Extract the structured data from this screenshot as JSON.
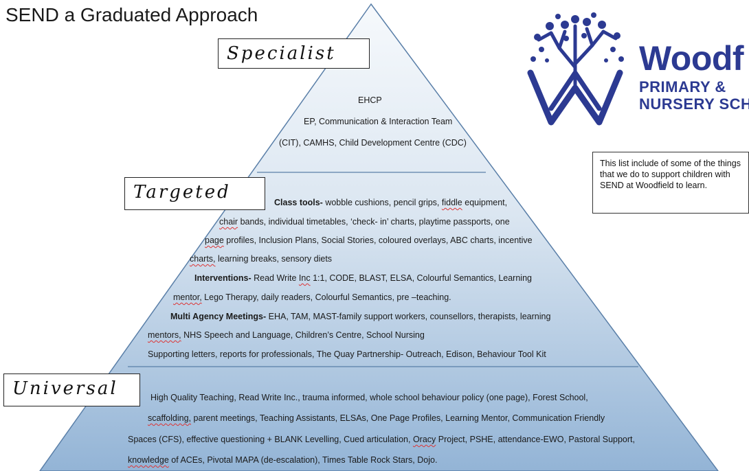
{
  "title": "SEND a Graduated Approach",
  "tiers": {
    "specialist": {
      "label": "Specialist",
      "lines": [
        "EHCP",
        "EP, Communication & Interaction Team",
        "(CIT), CAMHS, Child Development Centre (CDC)"
      ]
    },
    "targeted": {
      "label": "Targeted",
      "class_tools_heading": "Class tools-",
      "class_tools_lines": [
        " wobble cushions, pencil grips, ",
        "fiddle",
        " equipment,",
        "chair",
        " bands, individual timetables, ‘check- in’ charts, playtime passports, one",
        "page",
        " profiles, Inclusion Plans, Social Stories, coloured overlays, ABC charts, incentive",
        "charts,",
        " learning breaks, sensory diets"
      ],
      "interventions_heading": "Interventions-",
      "interventions_lines": [
        " Read Write ",
        "Inc",
        " 1:1, CODE, BLAST, ELSA, Colourful Semantics, Learning",
        "mentor,",
        " Lego Therapy, daily readers, Colourful Semantics, pre –teaching."
      ],
      "multi_agency_heading": "Multi Agency Meetings-",
      "multi_agency_lines": [
        " EHA, TAM, MAST-family support workers, counsellors, therapists, learning",
        "mentors,",
        " NHS Speech and Language, Children’s Centre, School Nursing",
        "Supporting letters, reports for professionals, The Quay Partnership- Outreach, Edison, Behaviour Tool Kit"
      ]
    },
    "universal": {
      "label": "Universal",
      "lines": [
        "High Quality Teaching, Read Write Inc., trauma informed, whole school behaviour policy (one page), Forest School,",
        "scaffolding,",
        " parent meetings, Teaching Assistants, ELSAs, One Page Profiles, Learning Mentor, Communication Friendly",
        "Spaces (CFS), effective questioning + BLANK Levelling, Cued articulation, ",
        "Oracy",
        " Project, PSHE, attendance-EWO, Pastoral Support,",
        "knowledge",
        " of ACEs, Pivotal MAPA (de-escalation), Times Table Rock Stars, Dojo."
      ]
    }
  },
  "note": "This list include of some of the things that we do to support children with SEND at Woodfield to learn.",
  "logo": {
    "word": "Woodf",
    "line1": "PRIMARY &",
    "line2": "NURSERY SCH",
    "icon": "tree-w-logo-icon",
    "color": "#2c3a92"
  },
  "colors": {
    "pyramid_top": "#f4f8fc",
    "pyramid_bottom": "#9dbbd9",
    "pyramid_edge": "#5a7fa8",
    "spellcheck_underline": "#d33333"
  }
}
